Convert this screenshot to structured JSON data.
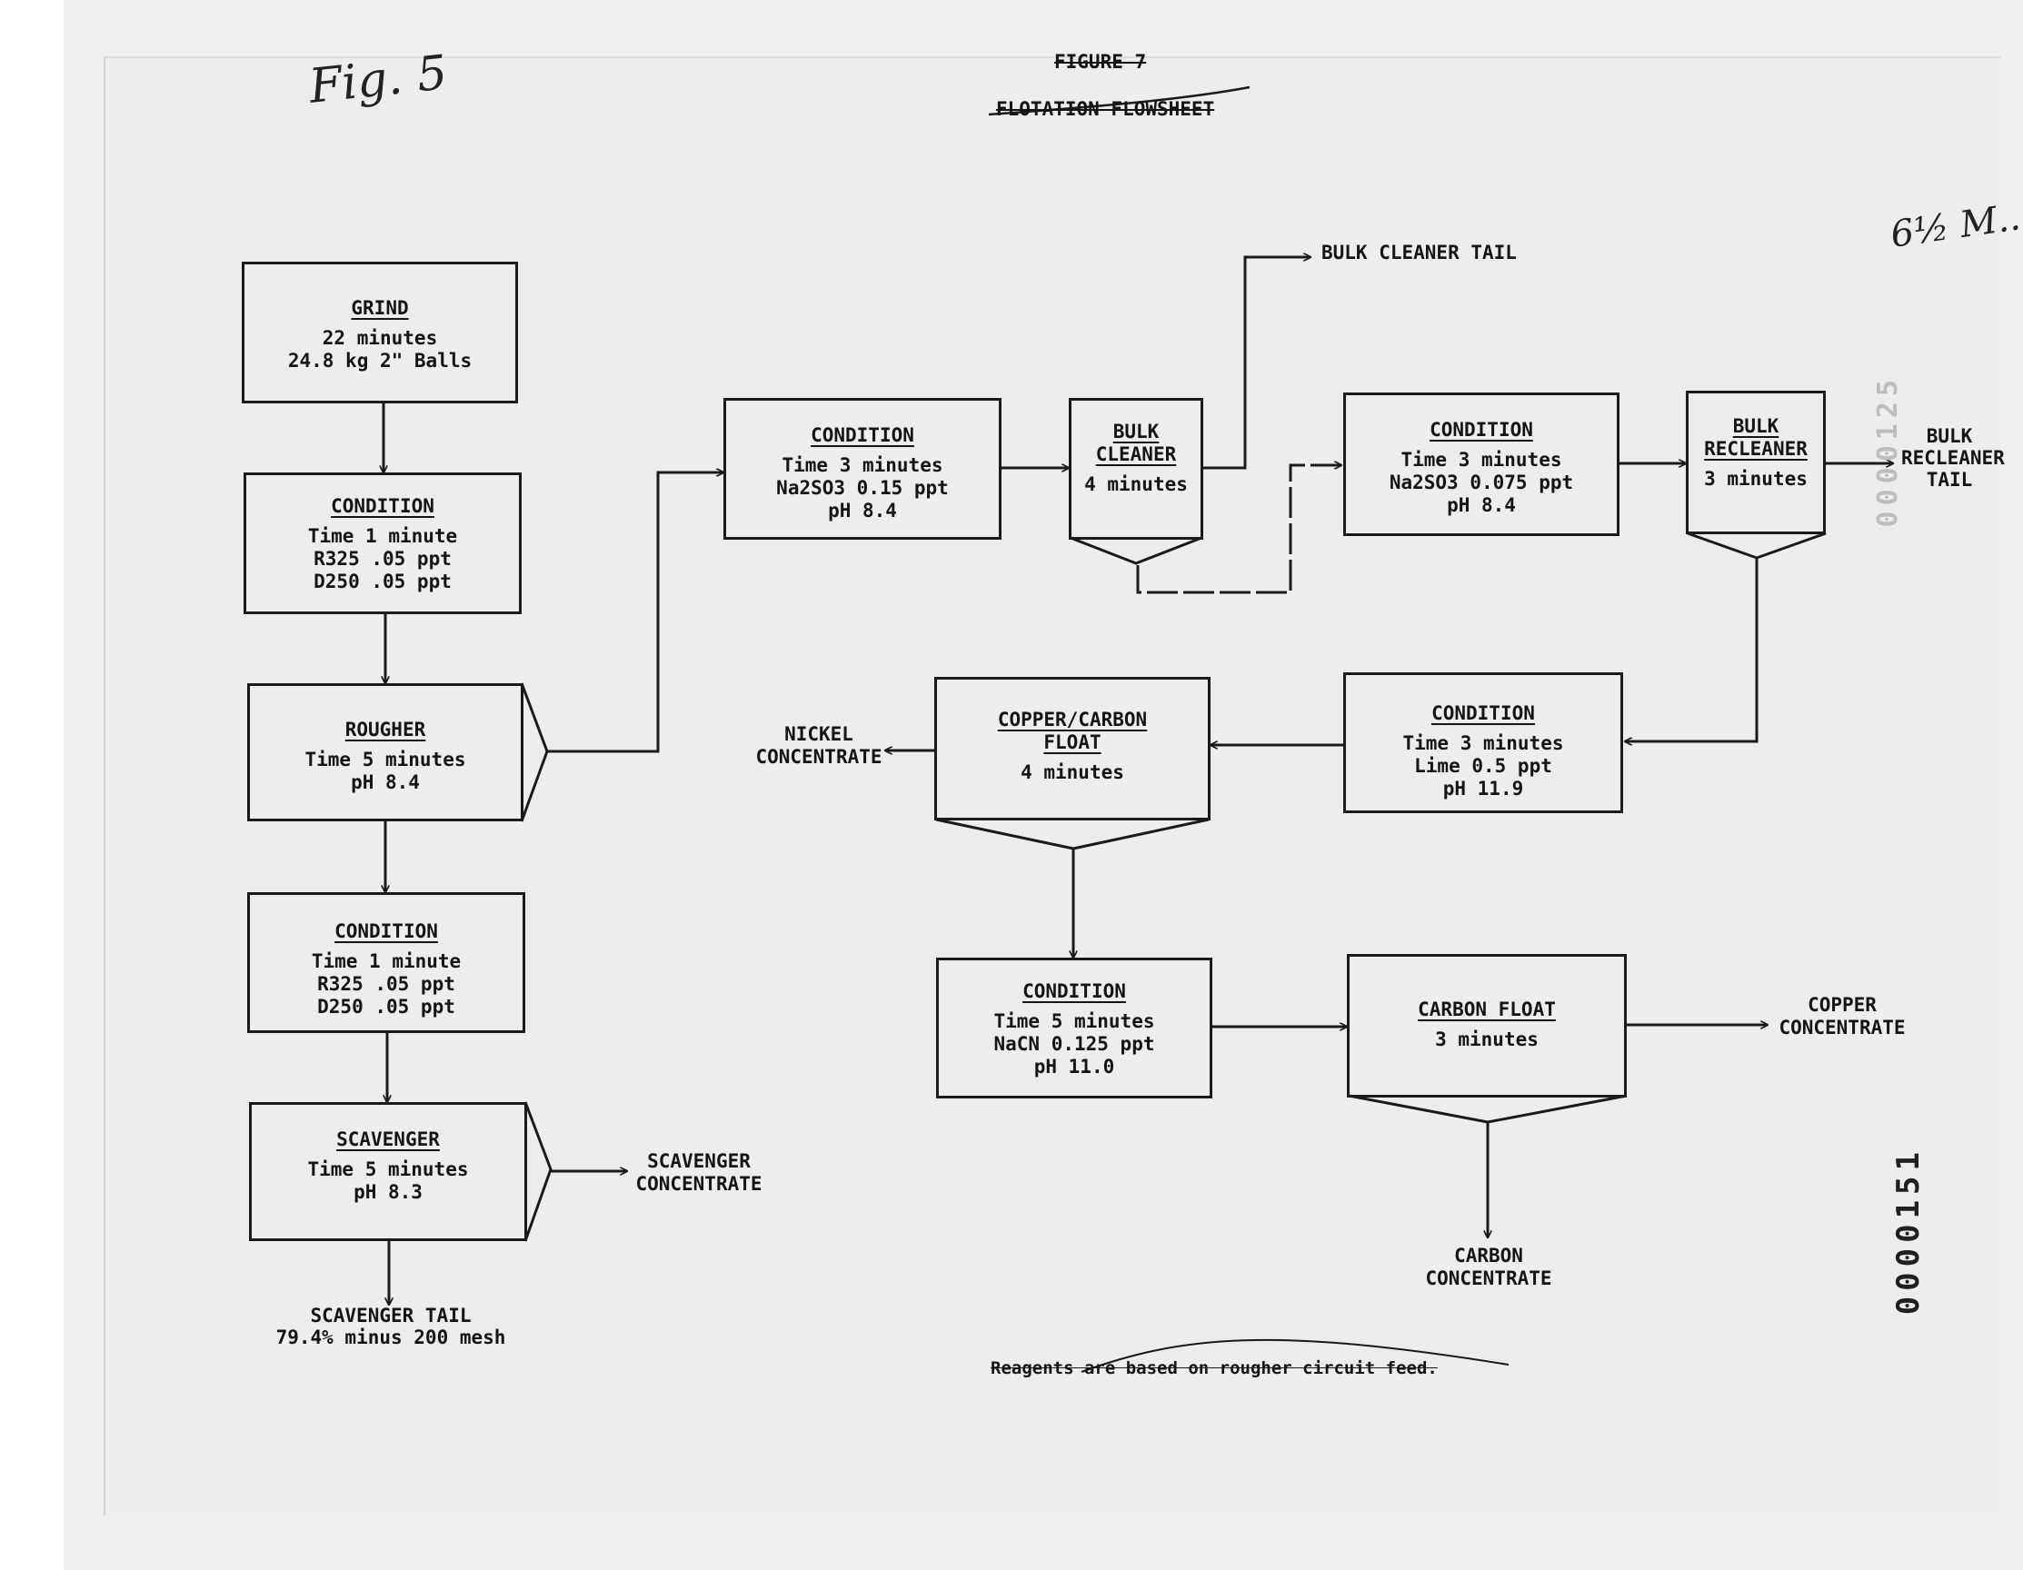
{
  "header": {
    "figure_no": "FIGURE 7",
    "title": "FLOTATION FLOWSHEET",
    "handwritten_fig": "Fig. 5",
    "handwritten_corner": "6½ M.."
  },
  "boxes": {
    "grind": {
      "title": "GRIND",
      "lines": [
        "22 minutes",
        "24.8 kg 2\" Balls"
      ]
    },
    "condition1": {
      "title": "CONDITION",
      "lines": [
        "Time 1 minute",
        "R325 .05 ppt",
        "D250 .05 ppt"
      ]
    },
    "rougher": {
      "title": "ROUGHER",
      "lines": [
        "Time 5 minutes",
        "pH 8.4"
      ]
    },
    "condition2": {
      "title": "CONDITION",
      "lines": [
        "Time 1 minute",
        "R325 .05 ppt",
        "D250 .05 ppt"
      ]
    },
    "scavenger": {
      "title": "SCAVENGER",
      "lines": [
        "Time 5 minutes",
        "pH 8.3"
      ]
    },
    "condition3": {
      "title": "CONDITION",
      "lines": [
        "Time 3 minutes",
        "Na2SO3 0.15 ppt",
        "pH 8.4"
      ]
    },
    "bulk_cleaner": {
      "title": "BULK CLEANER",
      "lines": [
        "4 minutes"
      ]
    },
    "condition4": {
      "title": "CONDITION",
      "lines": [
        "Time 3 minutes",
        "Na2SO3 0.075 ppt",
        "pH 8.4"
      ]
    },
    "bulk_recleaner": {
      "title": "BULK RECLEANER",
      "lines": [
        "3 minutes"
      ]
    },
    "condition5": {
      "title": "CONDITION",
      "lines": [
        "Time 3 minutes",
        "Lime 0.5 ppt",
        "pH 11.9"
      ]
    },
    "copper_carbon": {
      "title": "COPPER/CARBON FLOAT",
      "lines": [
        "4 minutes"
      ]
    },
    "condition6": {
      "title": "CONDITION",
      "lines": [
        "Time 5 minutes",
        "NaCN 0.125 ppt",
        "pH 11.0"
      ]
    },
    "carbon_float": {
      "title": "CARBON FLOAT",
      "lines": [
        "3 minutes"
      ]
    }
  },
  "outputs": {
    "bulk_cleaner_tail": "BULK CLEANER TAIL",
    "bulk_recleaner_tail": "BULK RECLEANER TAIL",
    "nickel": "NICKEL CONCENTRATE",
    "scavenger_conc": "SCAVENGER CONCENTRATE",
    "scavenger_tail": "SCAVENGER TAIL",
    "scavenger_tail_note": "79.4% minus 200 mesh",
    "copper": "COPPER CONCENTRATE",
    "carbon": "CARBON CONCENTRATE"
  },
  "footnote": "Reagents are based on rougher circuit feed.",
  "stamps": {
    "upper": "0000125",
    "lower": "0000151"
  },
  "colors": {
    "ink": "#1a1a1a",
    "paper": "#ededed"
  }
}
